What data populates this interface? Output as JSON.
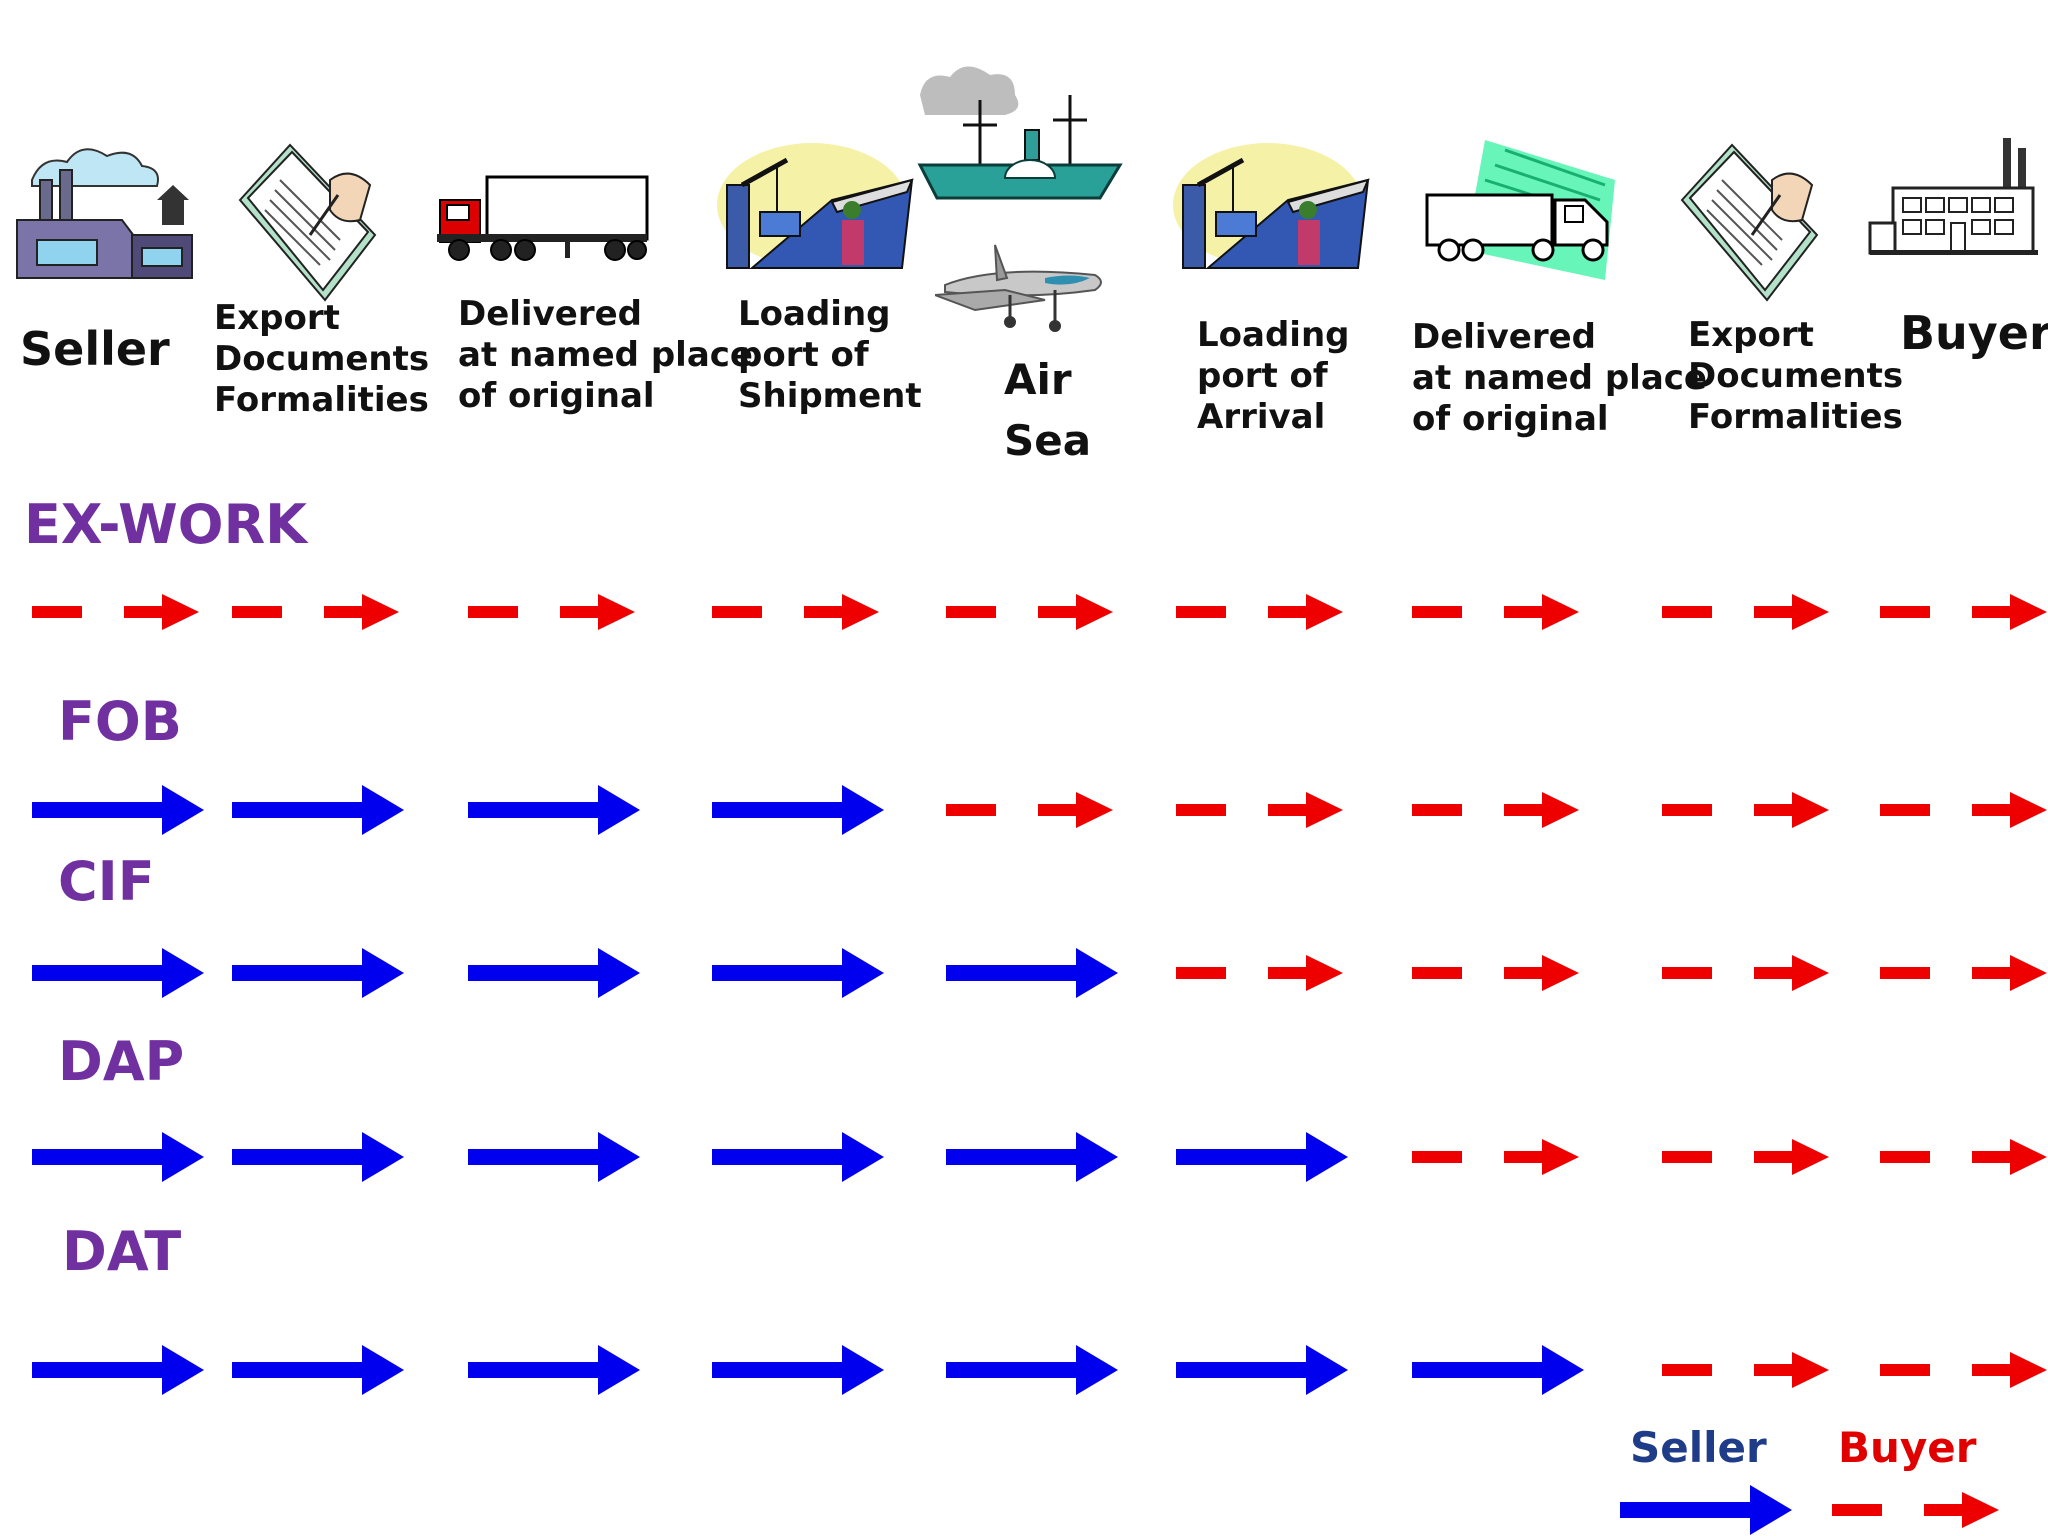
{
  "stages": [
    {
      "id": "seller",
      "icon": "factory-icon",
      "lines": [
        "Seller"
      ]
    },
    {
      "id": "export-docs",
      "icon": "document-signing-icon",
      "lines": [
        "Export",
        "Documents",
        "Formalities"
      ]
    },
    {
      "id": "delivered-origin",
      "icon": "truck-icon",
      "lines": [
        "Delivered",
        "at named place",
        "of original"
      ]
    },
    {
      "id": "loading-shipment",
      "icon": "port-crane-icon",
      "lines": [
        "Loading",
        "port of",
        "Shipment"
      ]
    },
    {
      "id": "air-sea",
      "icon": "ship-and-plane-icon",
      "lines": [
        "Air",
        "Sea"
      ]
    },
    {
      "id": "loading-arrival",
      "icon": "port-crane-icon",
      "lines": [
        "Loading",
        "port of",
        "Arrival"
      ]
    },
    {
      "id": "delivered-dest",
      "icon": "truck-icon",
      "lines": [
        "Delivered",
        "at named place",
        "of original"
      ]
    },
    {
      "id": "import-docs",
      "icon": "document-signing-icon",
      "lines": [
        "Export",
        "Documents",
        "Formalities"
      ]
    },
    {
      "id": "buyer",
      "icon": "building-icon",
      "lines": [
        "Buyer"
      ]
    }
  ],
  "terms": [
    {
      "name": "EX-WORK",
      "responsibility": [
        "buyer",
        "buyer",
        "buyer",
        "buyer",
        "buyer",
        "buyer",
        "buyer",
        "buyer",
        "buyer"
      ]
    },
    {
      "name": "FOB",
      "responsibility": [
        "seller",
        "seller",
        "seller",
        "seller",
        "buyer",
        "buyer",
        "buyer",
        "buyer",
        "buyer"
      ]
    },
    {
      "name": "CIF",
      "responsibility": [
        "seller",
        "seller",
        "seller",
        "seller",
        "seller",
        "buyer",
        "buyer",
        "buyer",
        "buyer"
      ]
    },
    {
      "name": "DAP",
      "responsibility": [
        "seller",
        "seller",
        "seller",
        "seller",
        "seller",
        "seller",
        "buyer",
        "buyer",
        "buyer"
      ]
    },
    {
      "name": "DAT",
      "responsibility": [
        "seller",
        "seller",
        "seller",
        "seller",
        "seller",
        "seller",
        "seller",
        "buyer",
        "buyer"
      ]
    }
  ],
  "legend": {
    "seller": "Seller",
    "buyer": "Buyer"
  },
  "colors": {
    "seller_arrow": "#0000ee",
    "buyer_arrow": "#ee0000",
    "term_text": "#7030a0",
    "legend_seller": "#1f3c88",
    "legend_buyer": "#e00000"
  }
}
